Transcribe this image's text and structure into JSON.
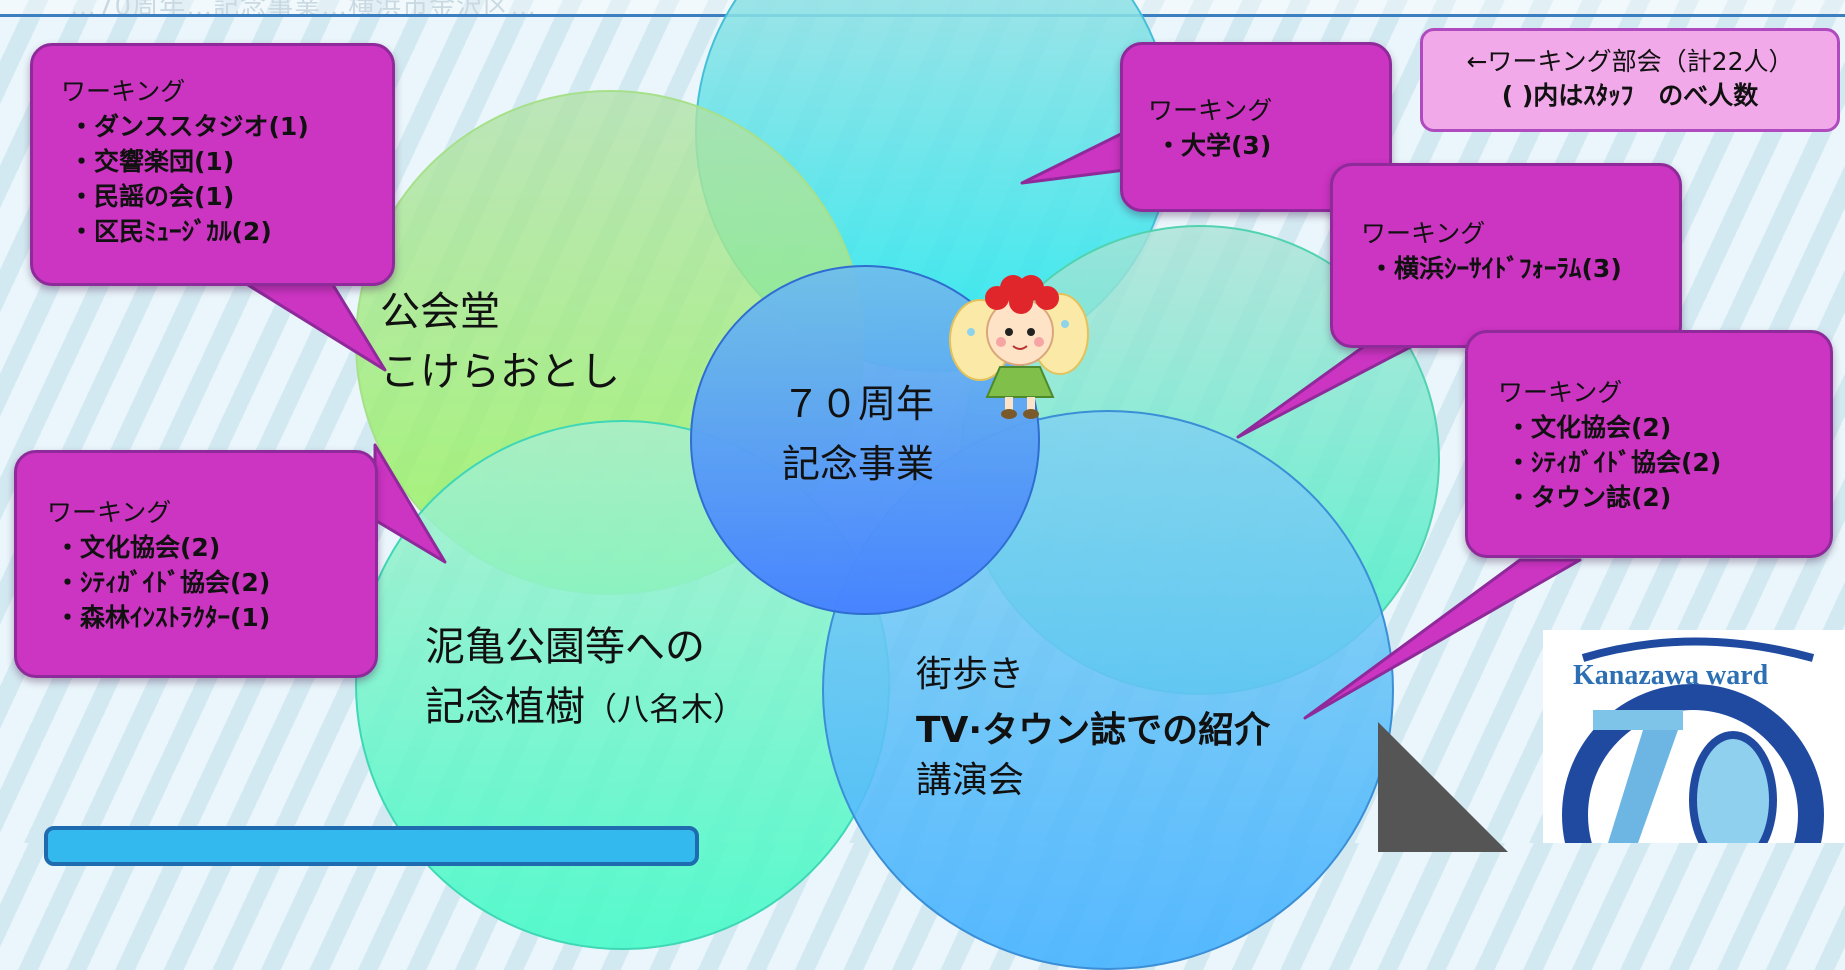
{
  "faded_title": "…70周年…記念事業…横浜市金沢区…",
  "center": {
    "line1": "７０周年",
    "line2": "記念事業"
  },
  "circles": {
    "koukaidou": {
      "line1": "公会堂",
      "line2": "こけらおとし"
    },
    "planting": {
      "line1": "泥亀公園等への",
      "line2_main": "記念植樹",
      "line2_sub": "（八名木）"
    },
    "walking": {
      "line1": "街歩き",
      "line2": "TV·タウン誌での紹介",
      "line3": "講演会"
    }
  },
  "bubbles": {
    "topleft": {
      "head": "ワーキング",
      "items": [
        "・ダンススタジオ(1)",
        "・交響楽団(1)",
        "・民謡の会(1)",
        "・区民ﾐｭｰｼﾞｶﾙ(2)"
      ]
    },
    "midleft": {
      "head": "ワーキング",
      "items": [
        "・文化協会(2)",
        "・ｼﾃｨｶﾞｲﾄﾞ協会(2)",
        "・森林ｲﾝｽﾄﾗｸﾀｰ(1)"
      ]
    },
    "topmid": {
      "head": "ワーキング",
      "items": [
        "・大学(3)"
      ]
    },
    "right1": {
      "head": "ワーキング",
      "items": [
        "・横浜ｼｰｻｲﾄﾞﾌｫｰﾗﾑ(3)"
      ]
    },
    "right2": {
      "head": "ワーキング",
      "items": [
        "・文化協会(2)",
        "・ｼﾃｨｶﾞｲﾄﾞ協会(2)",
        "・タウン誌(2)"
      ]
    }
  },
  "note": {
    "line1": "←ワーキング部会（計22人）",
    "line2": "( )内はｽﾀｯﾌ　のべ人数"
  },
  "logo": {
    "text": "Kanazawa ward",
    "number": "70"
  },
  "colors": {
    "bubble": "#cc34c2",
    "bubble_border": "#8e2a9a",
    "note_bg": "#f2a9ea",
    "accent_blue": "#2d6fb3"
  }
}
